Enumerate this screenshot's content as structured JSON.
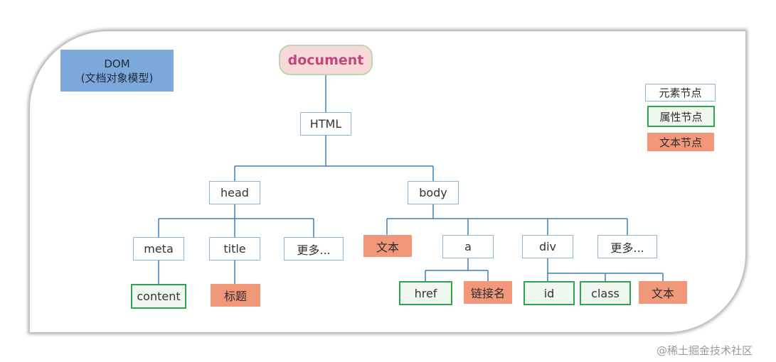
{
  "title_box": {
    "line1": "DOM",
    "line2": "(文档对象模型)"
  },
  "legend": [
    {
      "label": "元素节点",
      "kind": "element"
    },
    {
      "label": "属性节点",
      "kind": "attribute"
    },
    {
      "label": "文本节点",
      "kind": "text"
    }
  ],
  "tree": {
    "document": "document",
    "html": "HTML",
    "head": "head",
    "body": "body",
    "meta": "meta",
    "title": "title",
    "head_more": "更多...",
    "body_text": "文本",
    "a": "a",
    "div": "div",
    "body_more": "更多...",
    "content": "content",
    "title_text": "标题",
    "href": "href",
    "link_name": "链接名",
    "id": "id",
    "class": "class",
    "div_text": "文本"
  },
  "colors": {
    "element_border": "#8fb6cf",
    "attribute_border": "#2ea44f",
    "text_fill": "#f2987a",
    "document_fill": "#f8d9d9",
    "document_text": "#c2467a",
    "connector": "#3d7fb5",
    "dom_label_fill": "#7da8dc"
  },
  "watermark": "@稀土掘金技术社区"
}
